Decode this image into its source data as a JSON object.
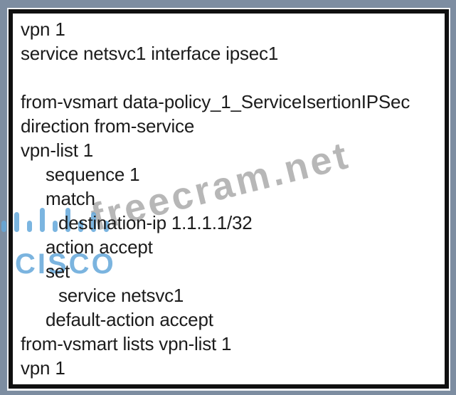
{
  "panel": {
    "description": "cli-configuration-output"
  },
  "code": {
    "lines": [
      {
        "indent": 0,
        "text": "vpn 1"
      },
      {
        "indent": 0,
        "text": "service netsvc1 interface ipsec1"
      },
      {
        "indent": 0,
        "text": ""
      },
      {
        "indent": 0,
        "text": "from-vsmart data-policy_1_ServiceIsertionIPSec"
      },
      {
        "indent": 0,
        "text": "direction from-service"
      },
      {
        "indent": 0,
        "text": "vpn-list 1"
      },
      {
        "indent": 1,
        "text": "sequence 1"
      },
      {
        "indent": 1,
        "text": "match"
      },
      {
        "indent": 2,
        "text": "destination-ip 1.1.1.1/32"
      },
      {
        "indent": 1,
        "text": "action accept"
      },
      {
        "indent": 1,
        "text": "set"
      },
      {
        "indent": 2,
        "text": "service netsvc1"
      },
      {
        "indent": 1,
        "text": "default-action accept"
      },
      {
        "indent": 0,
        "text": "from-vsmart lists vpn-list 1"
      },
      {
        "indent": 0,
        "text": "vpn 1"
      }
    ]
  },
  "watermarks": {
    "cisco_logo": {
      "label": "CISCO",
      "color": "#64a8da",
      "bar_heights": [
        16,
        28,
        16,
        34,
        16,
        34,
        16,
        28,
        16
      ]
    },
    "site": {
      "text": "freecram.net",
      "color": "#a6a6a6"
    }
  },
  "colors": {
    "frame_background": "#7d8da1",
    "panel_border": "#101010",
    "text": "#1c1c1c"
  }
}
